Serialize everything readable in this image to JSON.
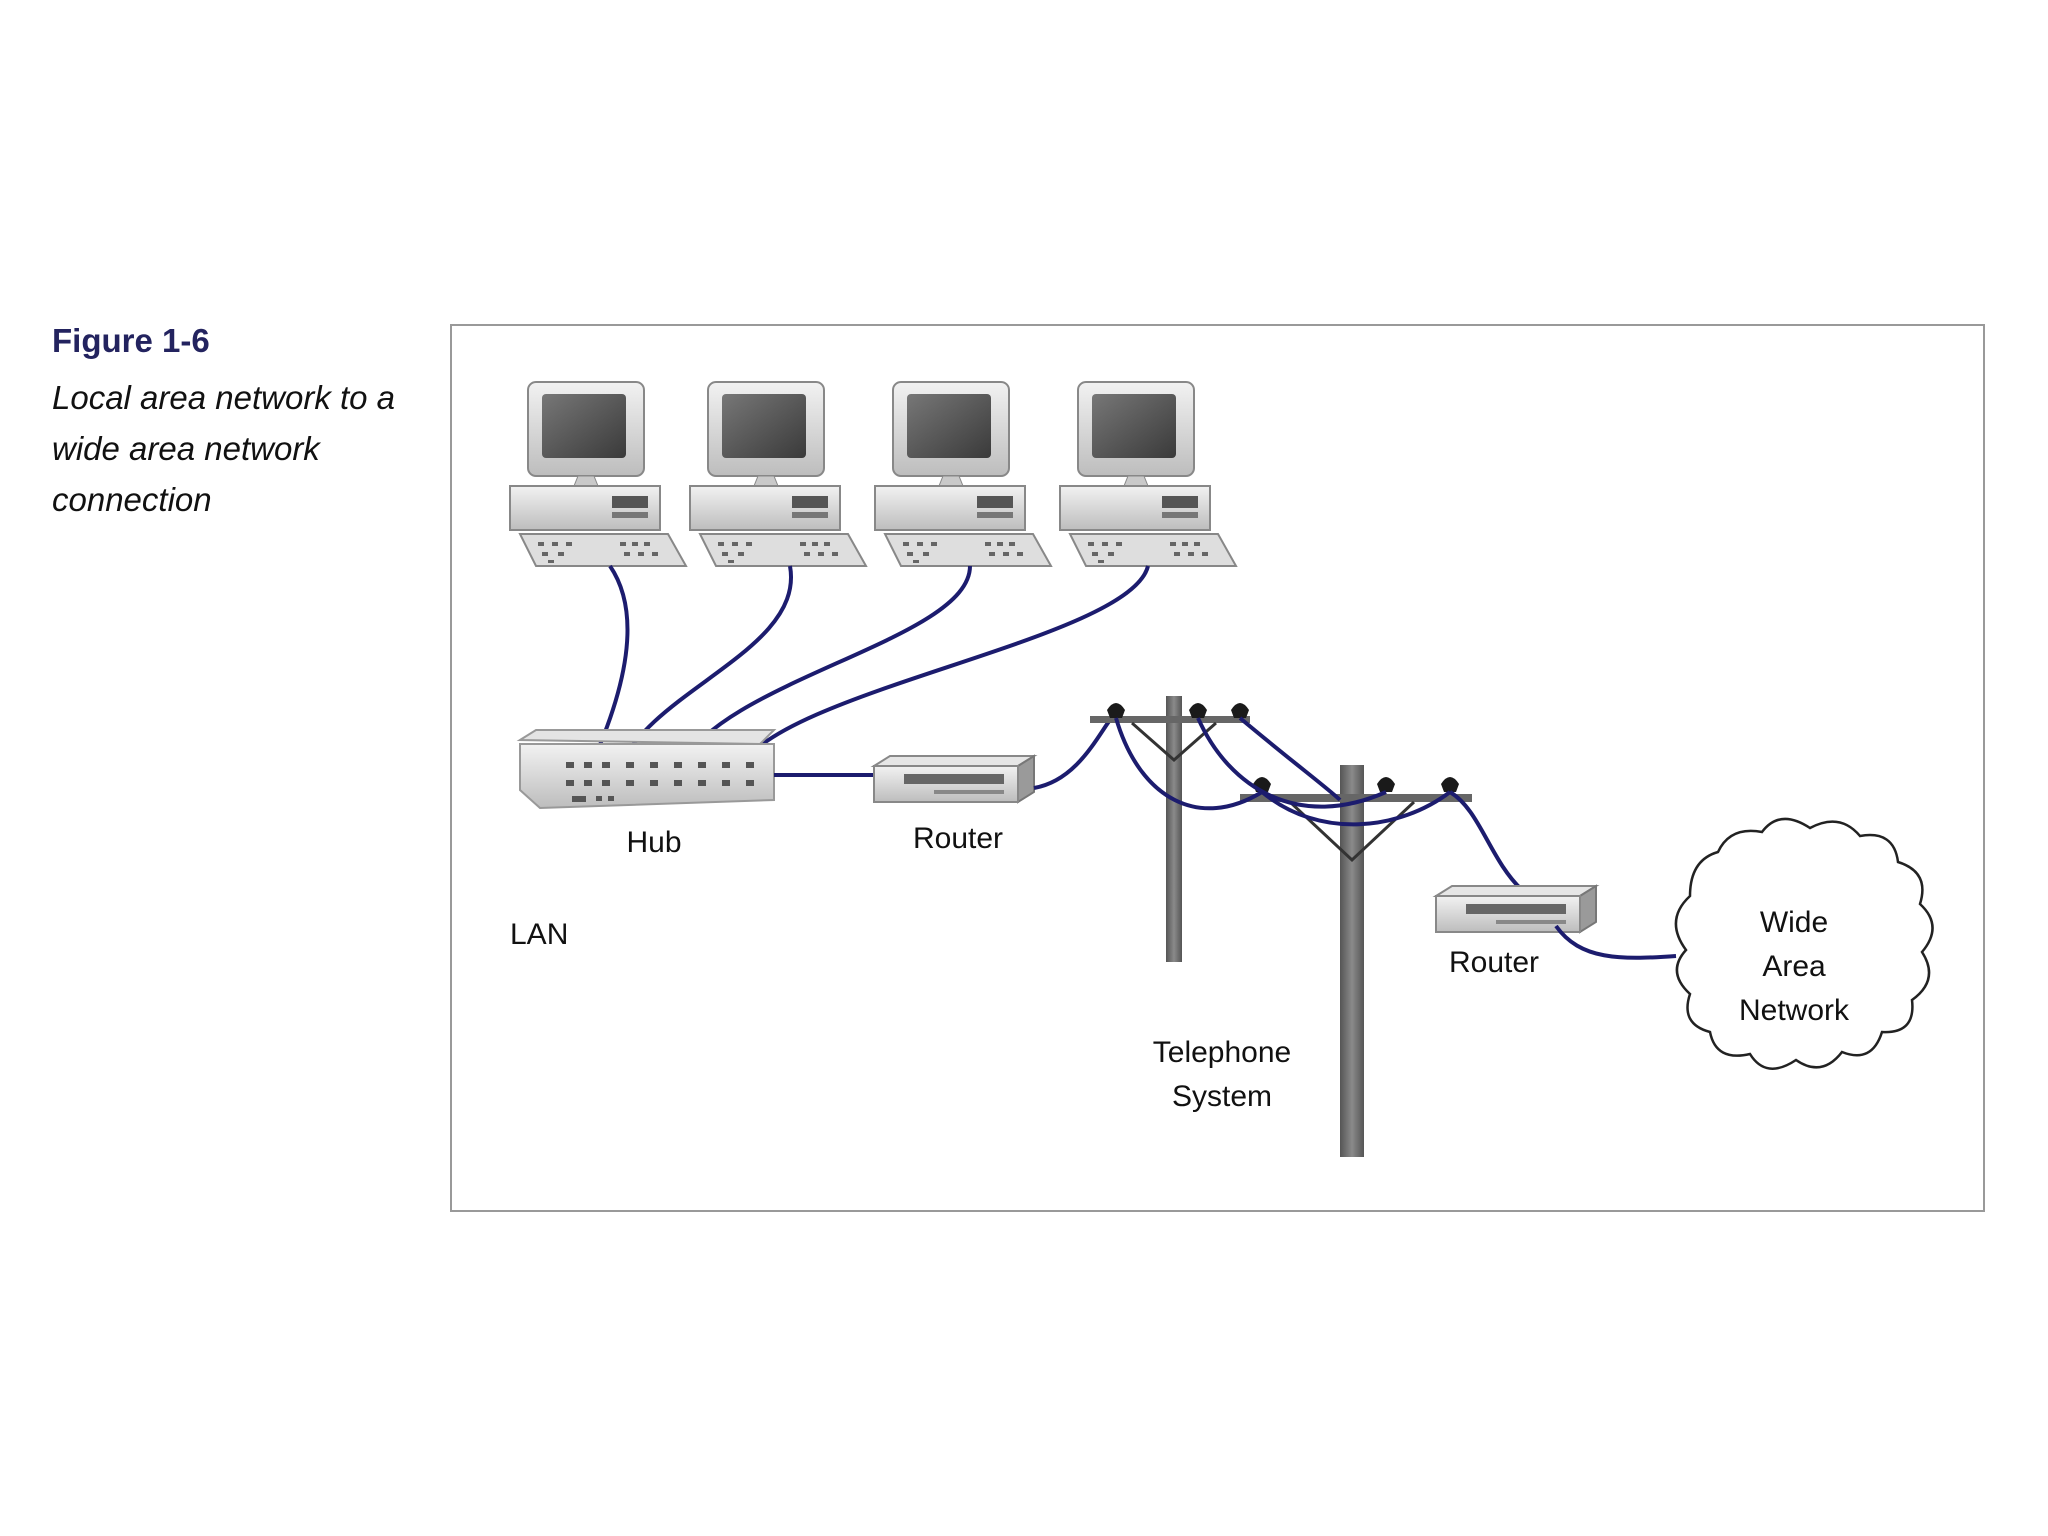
{
  "figure": {
    "number": "Figure 1-6",
    "caption": "Local area network to a wide area network connection"
  },
  "labels": {
    "hub": "Hub",
    "router_lan": "Router",
    "lan": "LAN",
    "telephone_line1": "Telephone",
    "telephone_line2": "System",
    "router_wan": "Router",
    "wan_line1": "Wide",
    "wan_line2": "Area",
    "wan_line3": "Network"
  },
  "colors": {
    "cable": "#1c1c6e",
    "title": "#23235f",
    "frame": "#999999"
  }
}
